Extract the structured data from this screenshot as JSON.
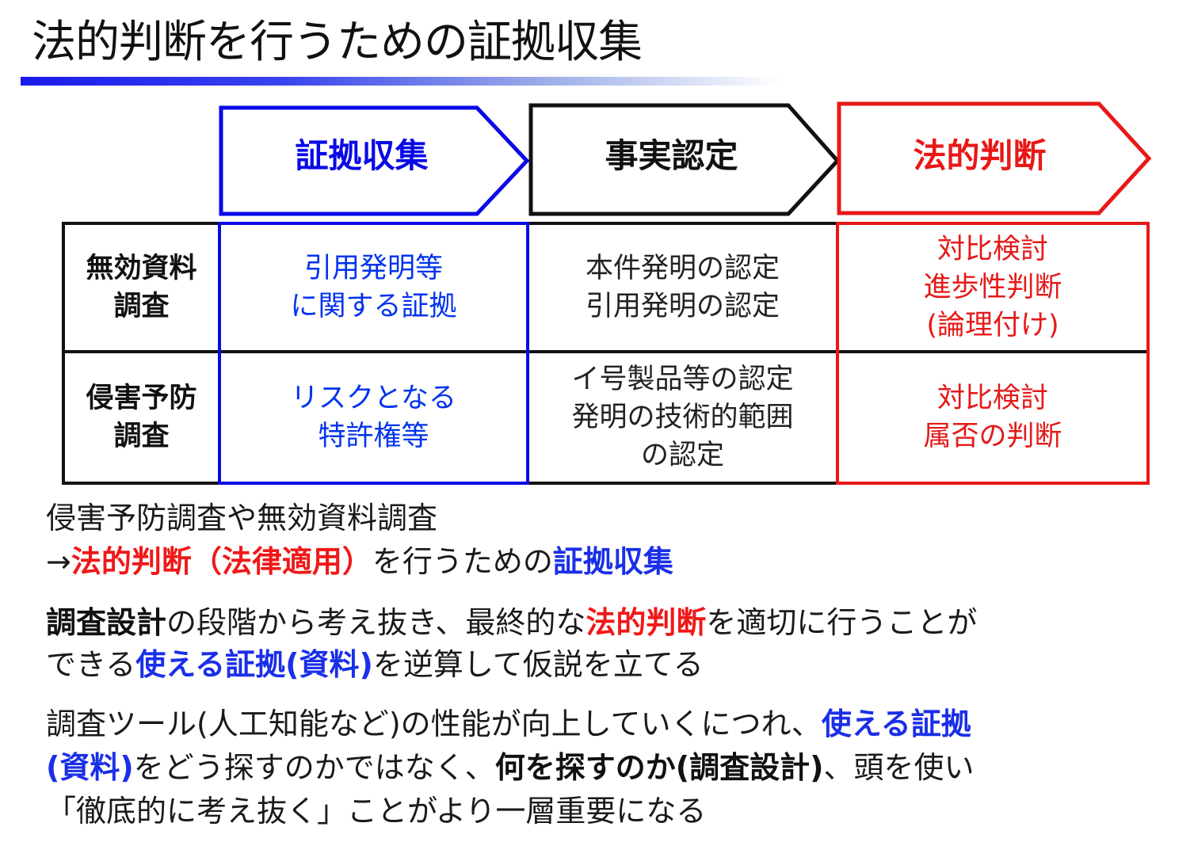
{
  "title": "法的判断を行うための証拠収集",
  "stages": [
    {
      "label": "証拠収集",
      "color": "#0a0ae6"
    },
    {
      "label": "事実認定",
      "color": "#111111"
    },
    {
      "label": "法的判断",
      "color": "#e81818"
    }
  ],
  "table": {
    "rows": [
      {
        "header": "無効資料\n調査",
        "cells": [
          "引用発明等\nに関する証拠",
          "本件発明の認定\n引用発明の認定",
          "対比検討\n進歩性判断\n(論理付け)"
        ]
      },
      {
        "header": "侵害予防\n調査",
        "cells": [
          "リスクとなる\n特許権等",
          "イ号製品等の認定\n発明の技術的範囲\nの認定",
          "対比検討\n属否の判断"
        ]
      }
    ]
  },
  "body": {
    "p1_line1": "侵害予防調査や無効資料調査",
    "p1_arrow": "→",
    "p1_red": "法的判断（法律適用）",
    "p1_mid": "を行うための",
    "p1_blue": "証拠収集",
    "p2_bold": "調査設計",
    "p2_a": "の段階から考え抜き、最終的な",
    "p2_red": "法的判断",
    "p2_b": "を適切に行うことが",
    "p2_c": "できる",
    "p2_blue": "使える証拠(資料)",
    "p2_d": "を逆算して仮説を立てる",
    "p3_a": "調査ツール(人工知能など)の性能が向上していくにつれ、",
    "p3_blue1": "使える証拠",
    "p3_blue2": "(資料)",
    "p3_b": "をどう探すのかではなく、",
    "p3_bold": "何を探すのか(調査設計)",
    "p3_c": "、頭を使い",
    "p3_d": "「徹底的に考え抜く」ことがより一層重要になる"
  }
}
